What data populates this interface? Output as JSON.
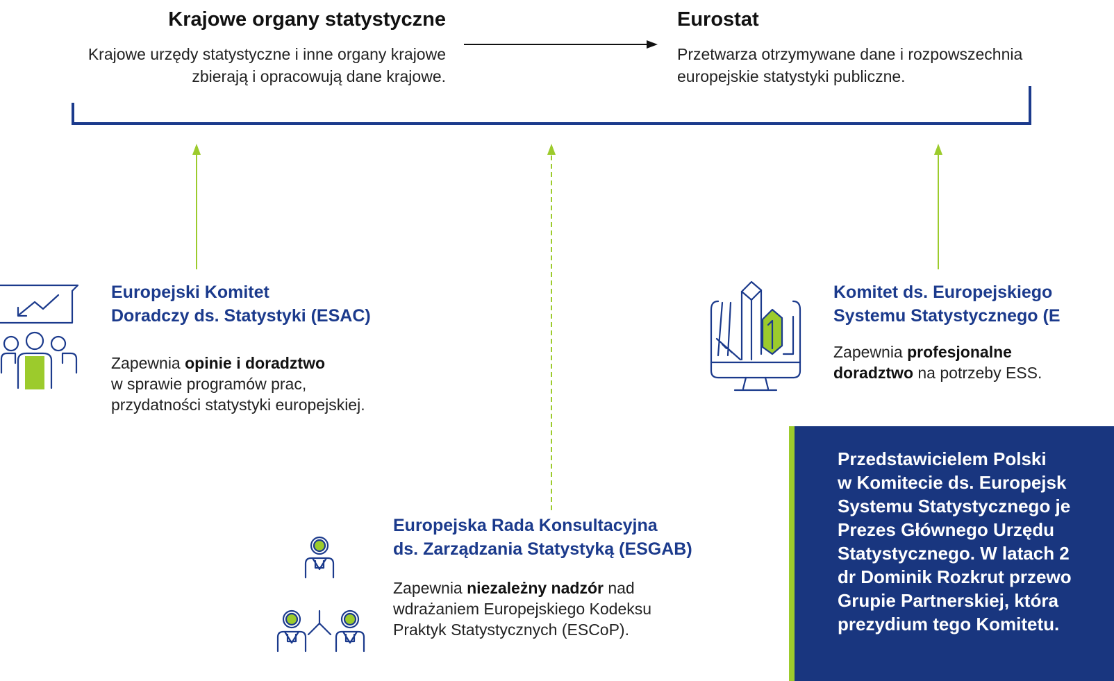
{
  "header": {
    "left": {
      "title": "Krajowe organy statystyczne",
      "line1": "Krajowe urzędy statystyczne i inne organy krajowe",
      "line2": "zbierają i opracowują dane krajowe."
    },
    "right": {
      "title": "Eurostat",
      "line1": "Przetwarza otrzymywane dane i rozpowszechnia",
      "line2": "europejskie statystyki publiczne."
    }
  },
  "esac": {
    "title_line1": "Europejski Komitet",
    "title_line2": "Doradczy ds. Statystyki (ESAC)",
    "text_prefix": "Zapewnia ",
    "text_bold": "opinie i doradztwo",
    "text_line2": "w sprawie programów prac,",
    "text_line3": "przydatności statystyki europejskiej."
  },
  "essc": {
    "title_line1": "Komitet ds. Europejskiego",
    "title_line2": "Systemu Statystycznego (E",
    "text_prefix": "Zapewnia ",
    "text_bold1": "profesjonalne",
    "text_bold2": "doradztwo",
    "text_suffix": " na potrzeby ESS."
  },
  "esgab": {
    "title_line1": "Europejska Rada Konsultacyjna",
    "title_line2": "ds. Zarządzania Statystyką (ESGAB)",
    "text_prefix": "Zapewnia ",
    "text_bold": "niezależny nadzór",
    "text_suffix": " nad",
    "text_line2": "wdrażaniem Europejskiego Kodeksu",
    "text_line3": "Praktyk Statystycznych (ESCoP)."
  },
  "callout": {
    "lines": [
      "Przedstawicielem Polski",
      "w Komitecie ds. Europejsk",
      "Systemu Statystycznego je",
      "Prezes Głównego Urzędu",
      "Statystycznego. W latach 2",
      "dr Dominik Rozkrut przewo",
      "Grupie Partnerskiej, która",
      "prezydium tego Komitetu."
    ]
  },
  "colors": {
    "navy": "#1b3a8c",
    "lime": "#9ccb2c",
    "callout_bg": "#19367f"
  },
  "icons": {
    "esac": "presentation-chart-icon",
    "essc": "monitor-buildings-icon",
    "esgab": "people-network-icon"
  }
}
